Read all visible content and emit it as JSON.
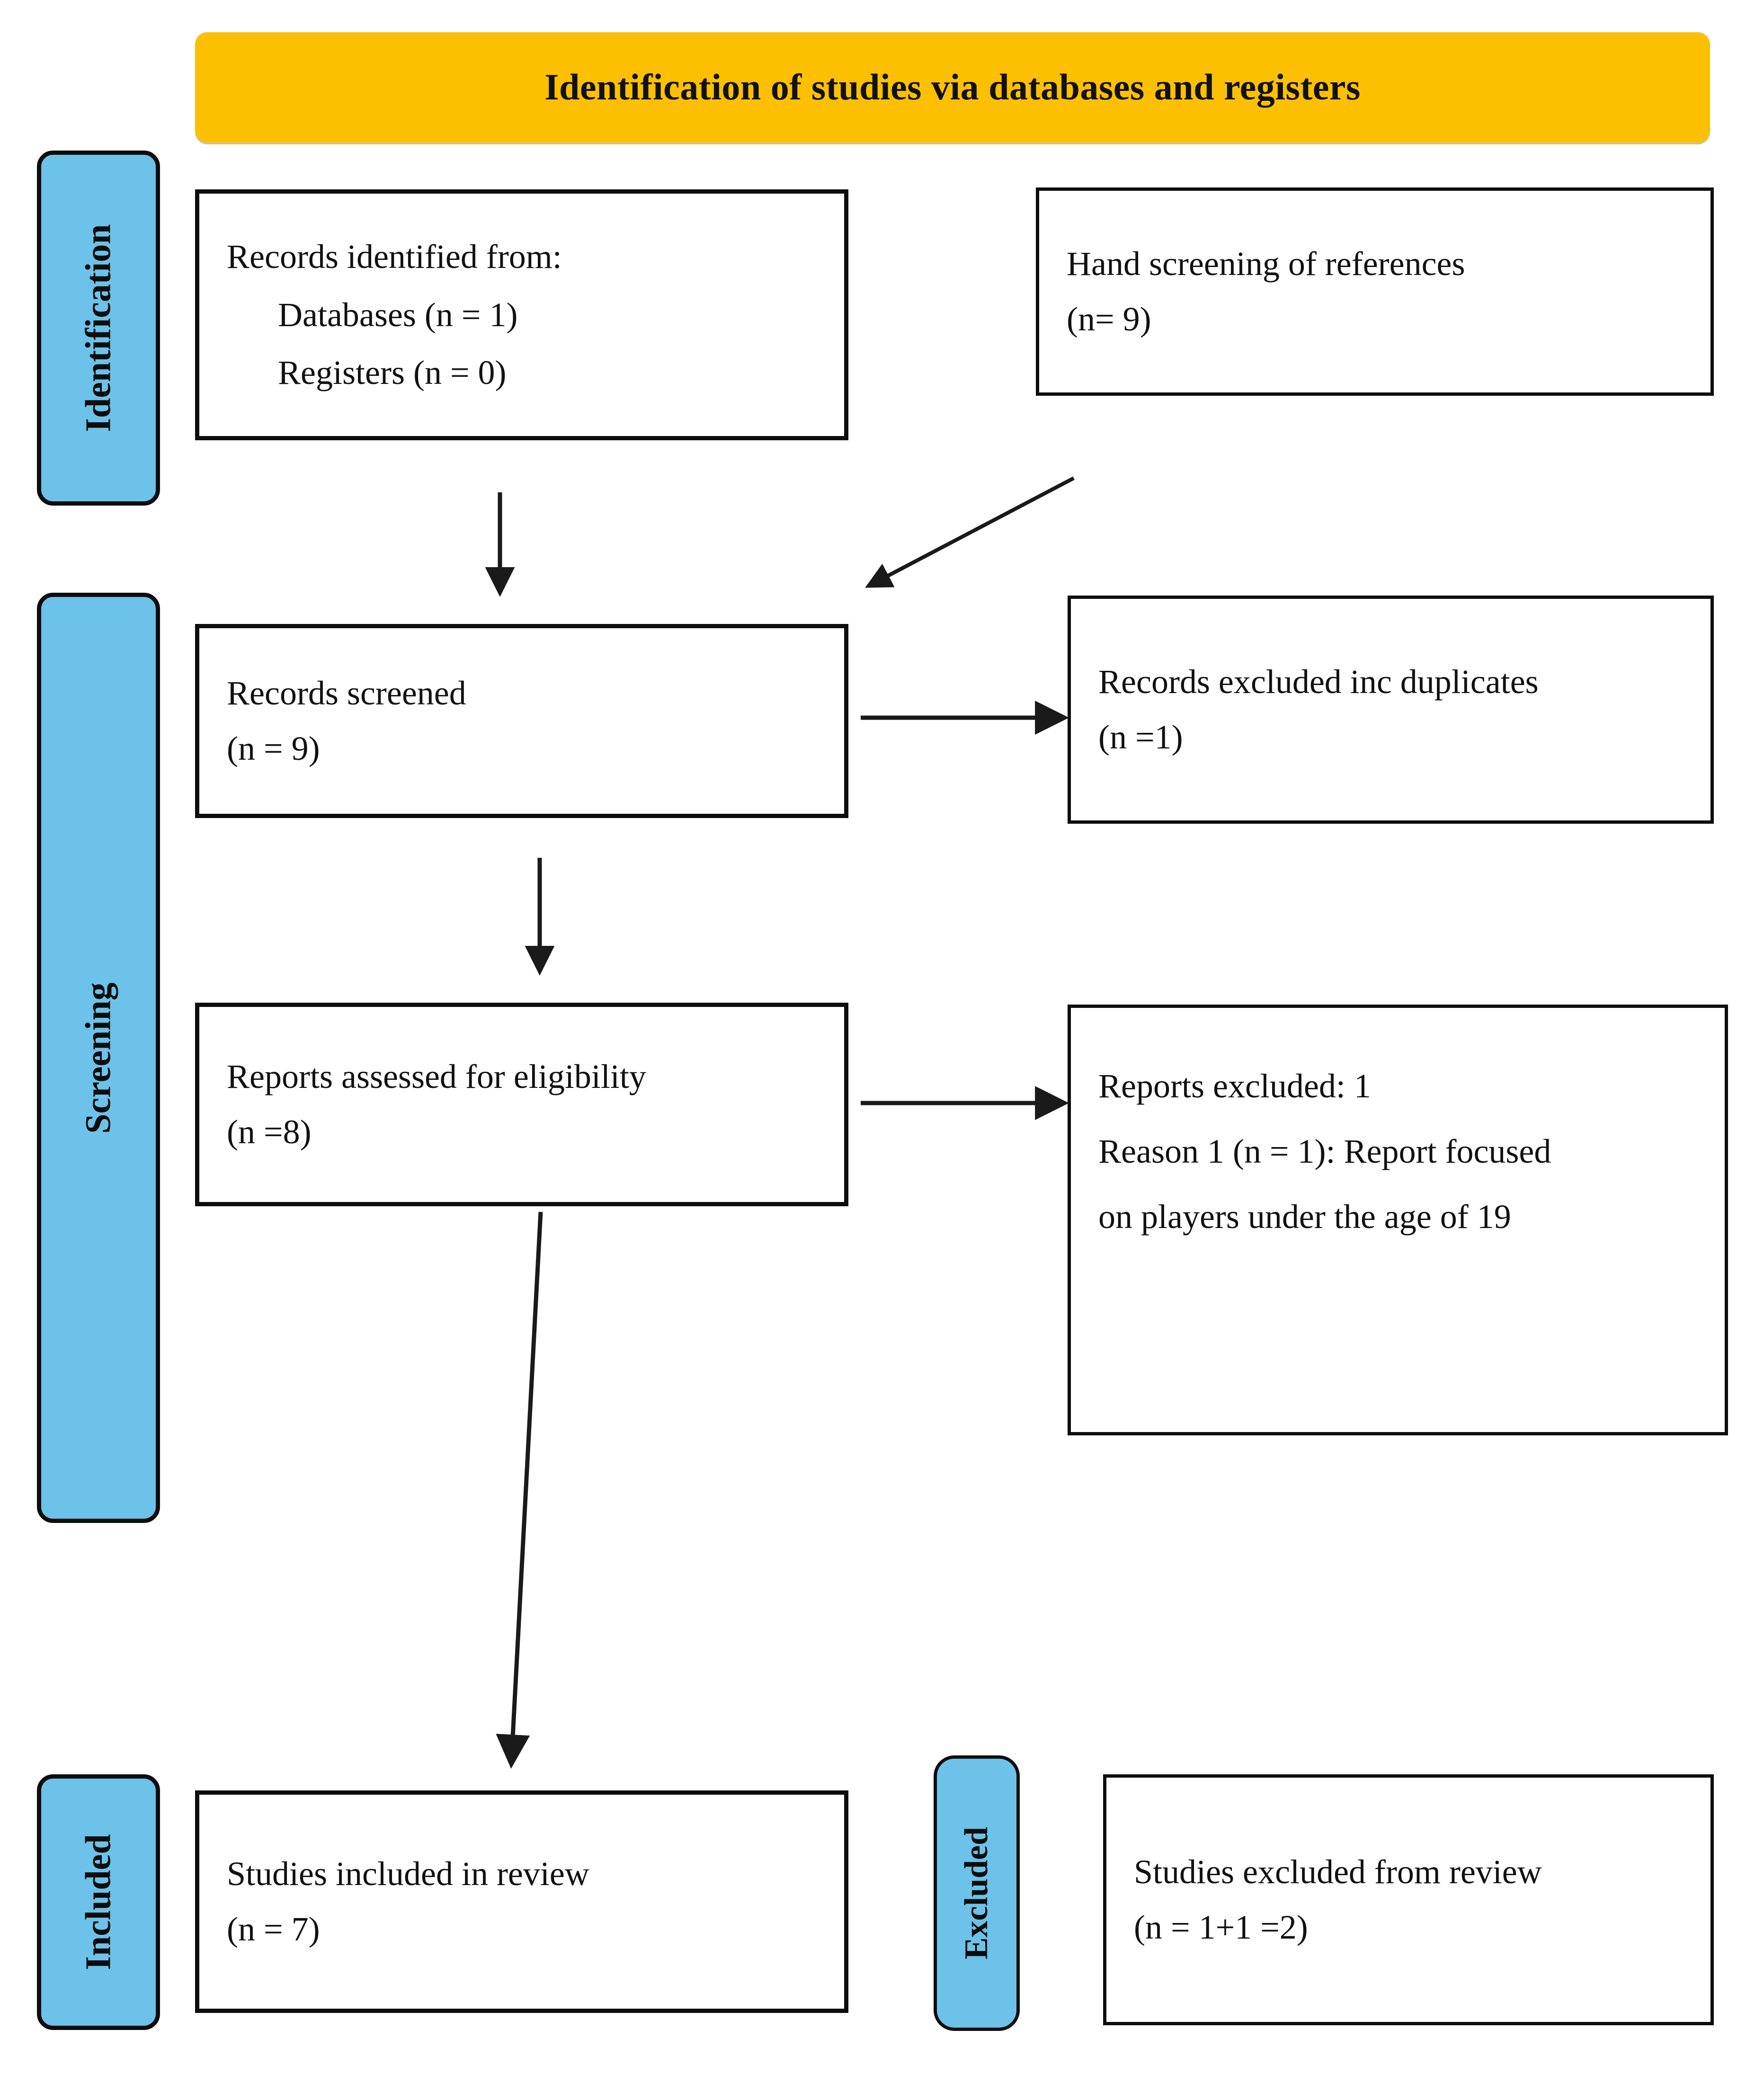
{
  "banner": {
    "title": "Identification of studies via databases and registers",
    "color": "#FCC000"
  },
  "stages": {
    "identification": "Identification",
    "screening": "Screening",
    "included": "Included",
    "excluded": "Excluded",
    "color": "#6CC2E8"
  },
  "boxes": {
    "records_identified": {
      "line1": "Records identified from:",
      "line2": "Databases (n = 1)",
      "line3": "Registers (n = 0)"
    },
    "hand_screening": {
      "line1": "Hand screening of references",
      "line2": "(n= 9)"
    },
    "records_screened": {
      "line1": "Records screened",
      "line2": "(n = 9)"
    },
    "records_excluded": {
      "line1": "Records excluded inc duplicates",
      "line2": "(n =1)"
    },
    "reports_assessed": {
      "line1": "Reports assessed for eligibility",
      "line2": "(n =8)"
    },
    "reports_excluded": {
      "line1": "Reports excluded: 1",
      "line2": "Reason 1 (n = 1): Report focused",
      "line3": "on players under the age of 19"
    },
    "studies_included": {
      "line1": "Studies included in review",
      "line2": "(n = 7)"
    },
    "studies_excluded": {
      "line1": "Studies excluded from review",
      "line2": "(n = 1+1 =2)"
    }
  },
  "flow": {
    "arrow_color": "#1a1a1a",
    "connections": [
      "records_identified -> records_screened",
      "hand_screening -> records_screened",
      "records_screened -> records_excluded",
      "records_screened -> reports_assessed",
      "reports_assessed -> reports_excluded",
      "reports_assessed -> studies_included"
    ]
  }
}
